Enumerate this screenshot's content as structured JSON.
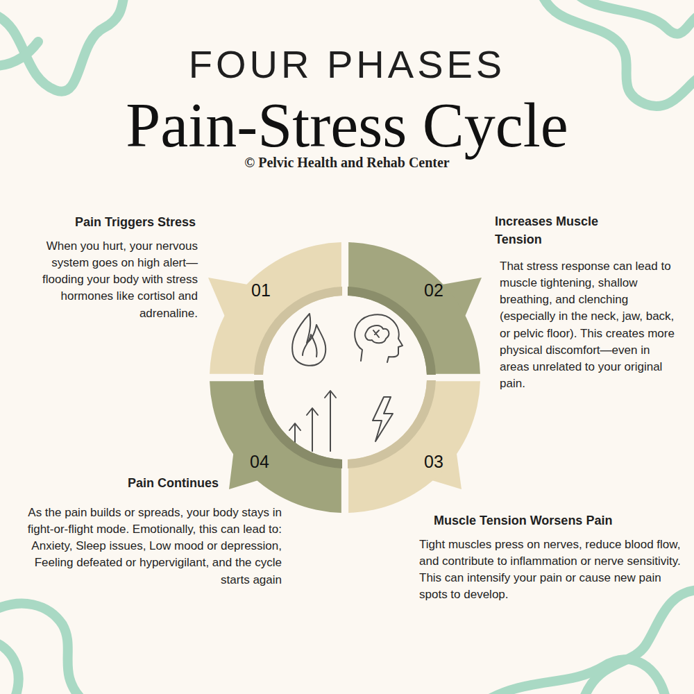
{
  "diagram": {
    "title": "Pain-Stress Cycle",
    "nodes": [
      {
        "text": [
          "01"
        ]
      },
      {
        "text": [
          "02"
        ]
      },
      {
        "text": [
          "03"
        ]
      },
      {
        "text": [
          "04"
        ]
      }
    ],
    "labels": [
      "FOUR PHASES",
      "© Pelvic Health and Rehab Center",
      "Pain Triggers Stress",
      "When you hurt, your nervous system goes on high alert—flooding your body with stress hormones like cortisol and adrenaline.",
      "Increases Muscle Tension",
      "That stress response can lead to muscle tightening, shallow breathing, and clenching (especially in the neck, jaw, back, or pelvic floor). This creates more physical discomfort—even in areas unrelated to your original pain.",
      "Muscle Tension Worsens Pain",
      "Tight muscles press on nerves, reduce blood flow, and contribute to inflammation or nerve sensitivity. This can intensify your pain or cause new pain spots to develop.",
      "Pain Continues",
      "As the pain builds or spreads, your body stays in fight-or-flight mode. Emotionally, this can lead to: Anxiety, Sleep issues, Low mood or depression, Feeling defeated or hypervigilant, and the cycle starts again"
    ]
  }
}
